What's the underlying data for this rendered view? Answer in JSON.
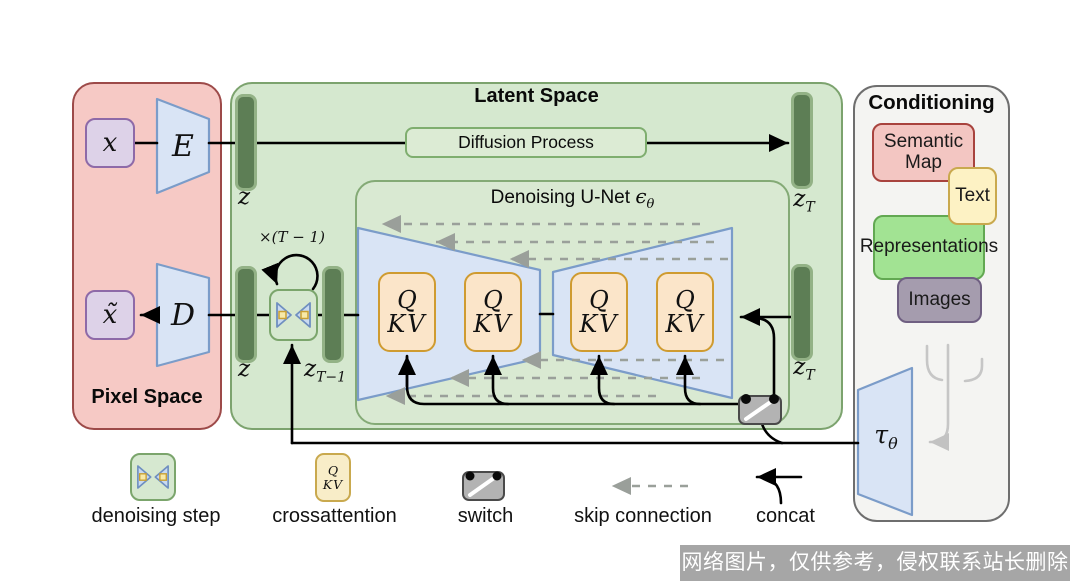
{
  "panels": {
    "pixel": {
      "title": "Pixel Space"
    },
    "latent": {
      "title": "Latent Space"
    },
    "conditioning": {
      "title": "Conditioning"
    }
  },
  "nodes": {
    "x": "x",
    "x_tilde": "x̃",
    "encoder": "E",
    "decoder": "D",
    "z": "z",
    "z_sub_T": "T",
    "z_sub_Tm1": "T−1",
    "diffusion_process": "Diffusion Process",
    "unet_title": "Denoising U-Net ",
    "unet_eps": "ϵ",
    "unet_theta": "θ",
    "loop_label": "×(T − 1)",
    "attn_q": "Q",
    "attn_kv": "KV",
    "tau": "τ",
    "tau_sub": "θ"
  },
  "conditioning_items": [
    {
      "label": "Semantic Map",
      "fill": "#f3c6c2",
      "border": "#a8433e"
    },
    {
      "label": "Text",
      "fill": "#fdf2c4",
      "border": "#c9a94e"
    },
    {
      "label": "Representations",
      "fill": "#a2e393",
      "border": "#62a852"
    },
    {
      "label": "Images",
      "fill": "#a59cae",
      "border": "#6f5f82"
    }
  ],
  "legend": [
    {
      "label": "denoising step"
    },
    {
      "label": "crossattention"
    },
    {
      "label": "switch"
    },
    {
      "label": "skip connection"
    },
    {
      "label": "concat"
    }
  ],
  "watermark": "网络图片，仅供参考，侵权联系站长删除",
  "colors": {
    "pixel_fill": "#f6c9c5",
    "pixel_border": "#9d4a49",
    "latent_fill": "#d5e8cf",
    "latent_border": "#7ca36e",
    "unet_fill": "#d9e9d2",
    "conditioning_fill": "#f4f4f2",
    "conditioning_border": "#6e6e6e",
    "bar_fill": "#5d7e55",
    "trapezoid_fill": "#d9e4f5",
    "trapezoid_border": "#7b9cc9",
    "attention_fill": "#fbe5c9",
    "attention_border": "#cf9b30",
    "skip_gray": "#98a098",
    "watermark_bg": "#9c9c9c"
  }
}
